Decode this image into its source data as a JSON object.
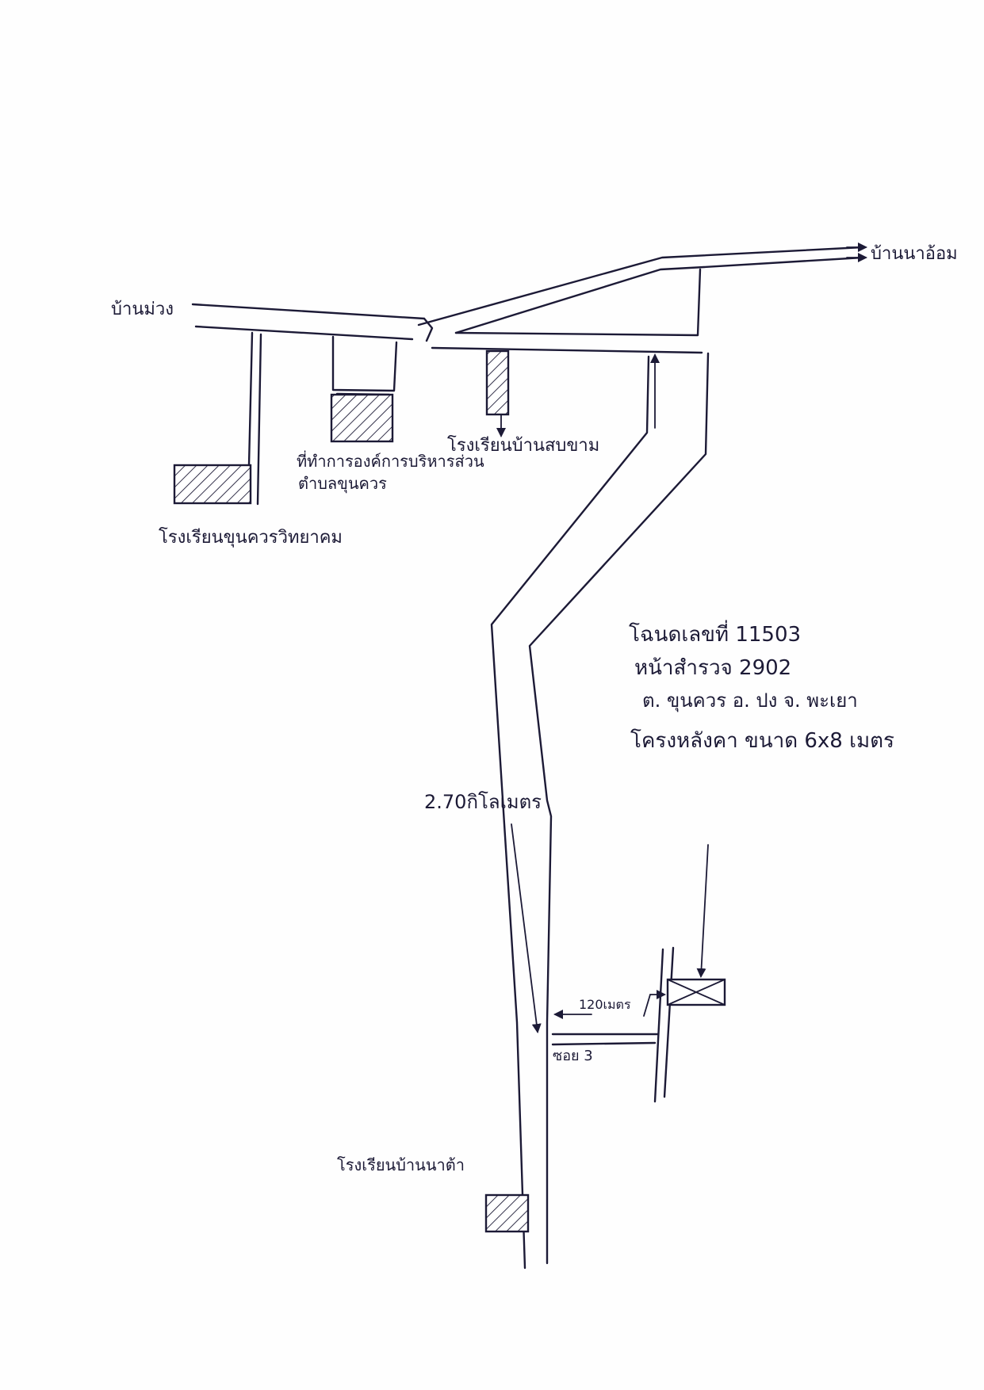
{
  "map": {
    "places": {
      "northwest_road_end": "บ้านม่วง",
      "northeast_road_end": "บ้านนาอ้อม",
      "school_west": "โรงเรียนขุนควรวิทยาคม",
      "subdistrict_office_line1": "ที่ทำการองค์การบริหารส่วน",
      "subdistrict_office_line2": "ตำบลขุนควร",
      "school_center": "โรงเรียนบ้านสบขาม",
      "school_south": "โรงเรียนบ้านนาต้า"
    },
    "site_info": {
      "line1": "โฉนดเลขที่ 11503",
      "line2": "หน้าสำรวจ 2902",
      "line3": "ต. ขุนควร อ. ปง จ. พะเยา",
      "line4": "โครงหลังคา ขนาด 6x8 เมตร"
    },
    "distances": {
      "main_road": "2.70กิโลเมตร",
      "soi_distance": "120เมตร"
    },
    "soi_label": "ซอย 3"
  }
}
